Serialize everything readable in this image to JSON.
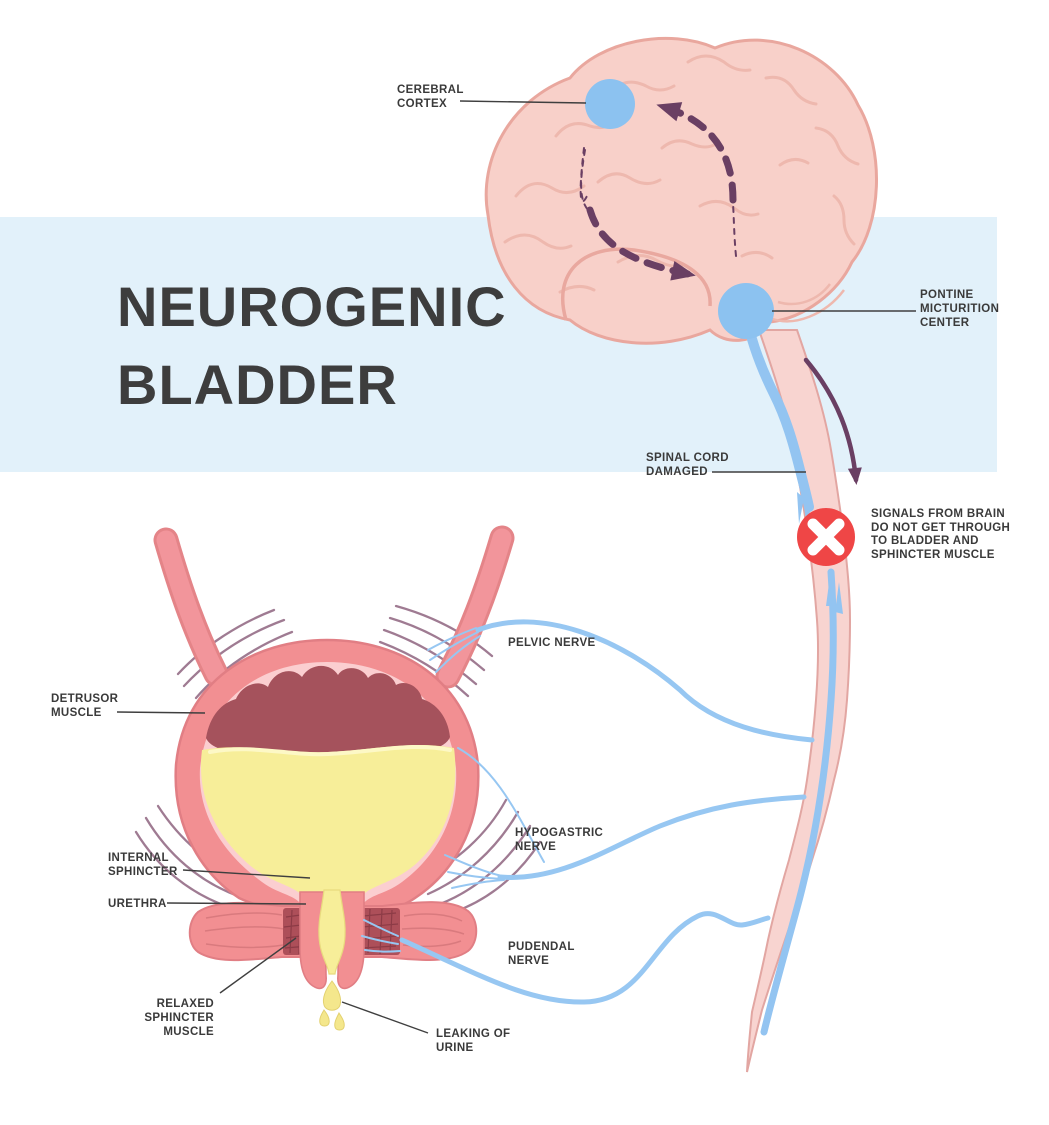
{
  "diagram": {
    "title": "NEUROGENIC\nBLADDER",
    "labels": {
      "cerebral_cortex": "CEREBRAL\nCORTEX",
      "pontine_micturition_center": "PONTINE\nMICTURITION\nCENTER",
      "spinal_cord_damaged": "SPINAL CORD\nDAMAGED",
      "signals_note": "SIGNALS FROM BRAIN\nDO NOT GET THROUGH\nTO BLADDER AND\nSPHINCTER MUSCLE",
      "pelvic_nerve": "PELVIC NERVE",
      "detrusor_muscle": "DETRUSOR\nMUSCLE",
      "hypogastric_nerve": "HYPOGASTRIC\nNERVE",
      "internal_sphincter": "INTERNAL\nSPHINCTER",
      "urethra": "URETHRA",
      "relaxed_sphincter_muscle": "RELAXED\nSPHINCTER\nMUSCLE",
      "leaking_of_urine": "LEAKING OF\nURINE",
      "pudendal_nerve": "PUDENDAL\nNERVE"
    },
    "colors": {
      "band_blue": "#e2f1fa",
      "text_dark": "#3a3a3a",
      "brain_pink": "#f8d0c9",
      "brain_outline": "#e9a79e",
      "nerve_blue": "#93c4f1",
      "marker_blue": "#8cc2f0",
      "arrow_purple": "#6a3f63",
      "damage_red": "#ef4646",
      "bladder_pink": "#f28f92",
      "bladder_lining": "#fbced0",
      "detrusor_dark_red": "#a5525c",
      "urine_yellow": "#f7ee99",
      "striation_purple": "#8f6480"
    }
  }
}
